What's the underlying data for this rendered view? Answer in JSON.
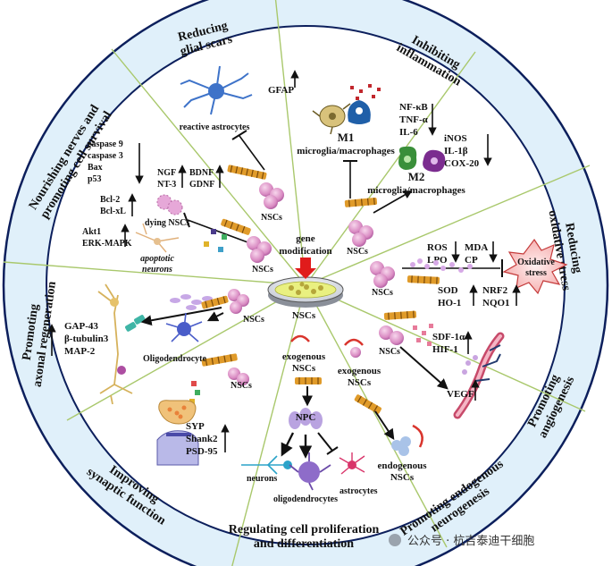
{
  "segments": [
    "Reducing glial scars",
    "Inhibiting inflammation",
    "Reducing oxidative stress",
    "Promoting angiogenesis",
    "Promoting endogenous neurogenesis",
    "Regulating cell proliferation and differentiation",
    "Improving synaptic function",
    "Promoting axonal regeneration",
    "Nourishing nerves and promoting cell survival"
  ],
  "center": {
    "line1": "gene",
    "line2": "modification",
    "nscs": "NSCs"
  },
  "glial": {
    "gfap": "GFAP",
    "astro": "reactive astrocytes",
    "nscs": "NSCs"
  },
  "inflammation": {
    "up": [
      "NF-κB",
      "TNF-α",
      "IL-6"
    ],
    "down": [
      "iNOS",
      "IL-1β",
      "COX-20"
    ],
    "m1": "M1",
    "m1sub": "microglia/macrophages",
    "m2": "M2",
    "m2sub": "microglia/macrophages",
    "nscs": "NSCs"
  },
  "oxidative": {
    "r1": [
      "ROS",
      "LPO"
    ],
    "r2": [
      "MDA",
      "CP"
    ],
    "r3": [
      "SOD",
      "HO-1"
    ],
    "r4": [
      "NRF2",
      "NQO1"
    ],
    "stress": [
      "Oxidative",
      "stress"
    ],
    "nscs": "NSCs"
  },
  "angio": {
    "factors": [
      "SDF-1α",
      "HIF-1"
    ],
    "vegf": "VEGF",
    "nscs": "NSCs"
  },
  "endogenous": {
    "exo": [
      "exogenous",
      "NSCs"
    ],
    "endo": [
      "endogenous",
      "NSCs"
    ]
  },
  "prolif": {
    "exo": [
      "exogenous",
      "NSCs"
    ],
    "npc": "NPC",
    "neurons": "neurons",
    "oligo": "oligodendrocytes",
    "astro": "astrocytes"
  },
  "synaptic": {
    "nscs": "NSCs",
    "markers": [
      "SYP",
      "Shank2",
      "PSD-95"
    ]
  },
  "axonal": {
    "markers": [
      "GAP-43",
      "β-tubulin3",
      "MAP-2"
    ],
    "oligo": "Oligodendrocyte",
    "nscs": "NSCs"
  },
  "nourish": {
    "apop": [
      "caspase 9",
      "caspase 3",
      "Bax",
      "p53"
    ],
    "surv": [
      "Bcl-2",
      "Bcl-xL"
    ],
    "akt": [
      "Akt1",
      "ERK-MAPK"
    ],
    "ngf": [
      "NGF",
      "NT-3"
    ],
    "bdnf": [
      "BDNF",
      "GDNF"
    ],
    "dying": "dying NSCs",
    "apoptotic": [
      "apoptotic",
      "neurons"
    ],
    "nscs": "NSCs"
  },
  "watermark": "公众号 · 杭吉泰迪干细胞"
}
